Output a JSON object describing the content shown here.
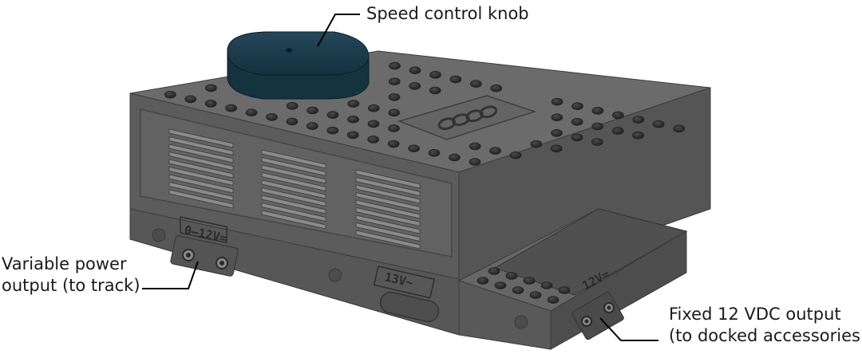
{
  "labels": {
    "knob": "Speed control knob",
    "variable_line1": "Variable power",
    "variable_line2": "output (to track)",
    "fixed_line1": "Fixed 12 VDC output",
    "fixed_line2": "(to docked accessories)"
  },
  "markings": {
    "variable_voltage": "0–12V=",
    "ac_voltage": "13V~",
    "fixed_voltage": "12V="
  },
  "colors": {
    "body_top": "#6d6d6d",
    "body_front": "#5a5a5a",
    "body_side": "#4f4f4f",
    "knob": "#1e3a47",
    "stud": "#2a2a2a",
    "vent": "#8a8a8a",
    "leader_line": "#000000"
  }
}
